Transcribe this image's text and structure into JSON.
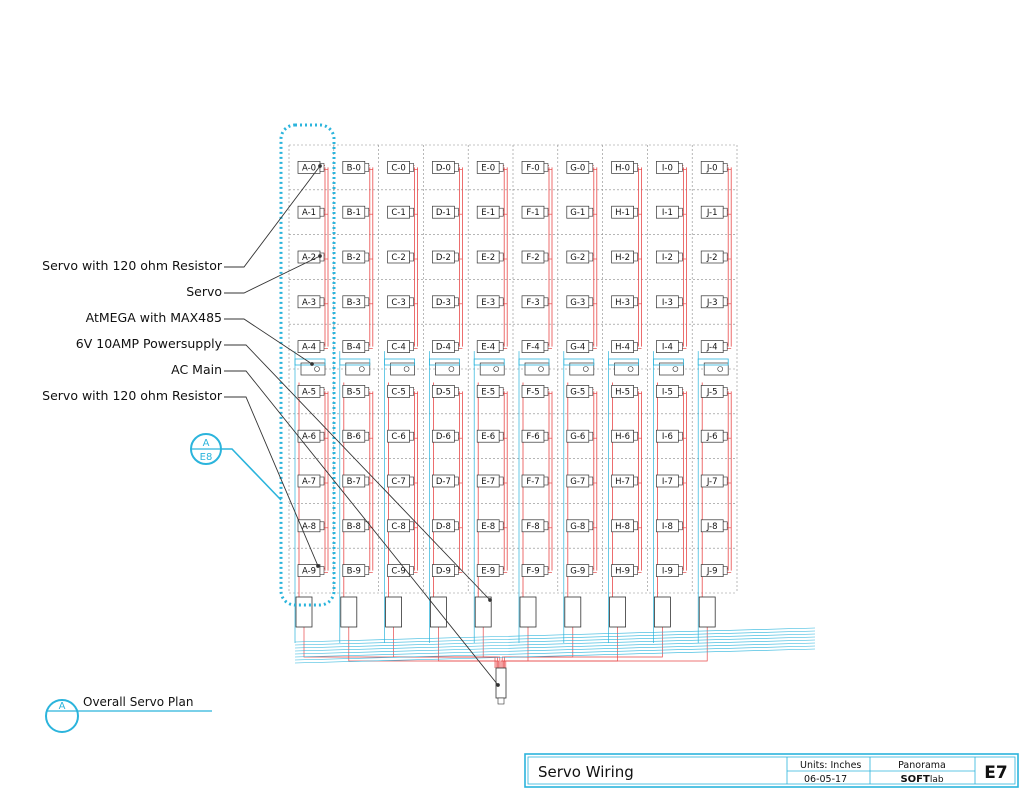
{
  "rows": [
    "0",
    "1",
    "2",
    "3",
    "4",
    "5",
    "6",
    "7",
    "8",
    "9"
  ],
  "columns": [
    "A",
    "B",
    "C",
    "D",
    "E",
    "F",
    "G",
    "H",
    "I",
    "J"
  ],
  "callouts": [
    {
      "text": "Servo with 120 ohm Resistor"
    },
    {
      "text": "Servo"
    },
    {
      "text": "AtMEGA with MAX485"
    },
    {
      "text": "6V 10AMP Powersupply"
    },
    {
      "text": "AC Main"
    },
    {
      "text": "Servo with 120 ohm Resistor"
    }
  ],
  "detail_marker": {
    "letter": "A",
    "sheet": "E8"
  },
  "plan_marker": {
    "letter": "A",
    "label": "Overall Servo Plan"
  },
  "title_block": {
    "title": "Servo Wiring",
    "units": "Units: Inches",
    "date": "06-05-17",
    "project": "Panorama",
    "brand_bold": "SOFT",
    "brand_light": "lab",
    "sheet": "E7"
  },
  "colors": {
    "wire_red": "#e8494a",
    "wire_cyan": "#2bb4dc",
    "grid": "#8a8a8a",
    "line": "#333333"
  }
}
